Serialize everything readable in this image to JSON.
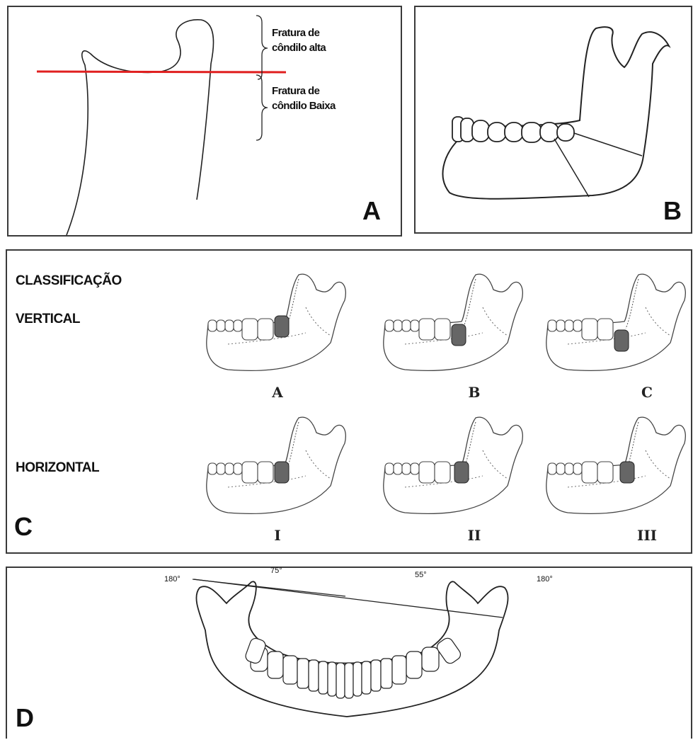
{
  "panel_a": {
    "letter": "A",
    "high_label_line1": "Fratura de",
    "high_label_line2": "côndilo alta",
    "low_label_line1": "Fratura de",
    "low_label_line2": "côndilo Baixa",
    "line_color": "#e02020"
  },
  "panel_b": {
    "letter": "B"
  },
  "panel_c": {
    "letter": "C",
    "heading_line1": "CLASSIFICAÇÃO",
    "heading_vertical": "VERTICAL",
    "heading_horizontal": "HORIZONTAL",
    "vertical_labels": [
      "A",
      "B",
      "C"
    ],
    "horizontal_labels": [
      "I",
      "II",
      "III"
    ]
  },
  "panel_d": {
    "letter": "D",
    "angle_left_outer": "180°",
    "angle_left_inner": "75°",
    "angle_right_inner": "55°",
    "angle_right_outer": "180°"
  }
}
